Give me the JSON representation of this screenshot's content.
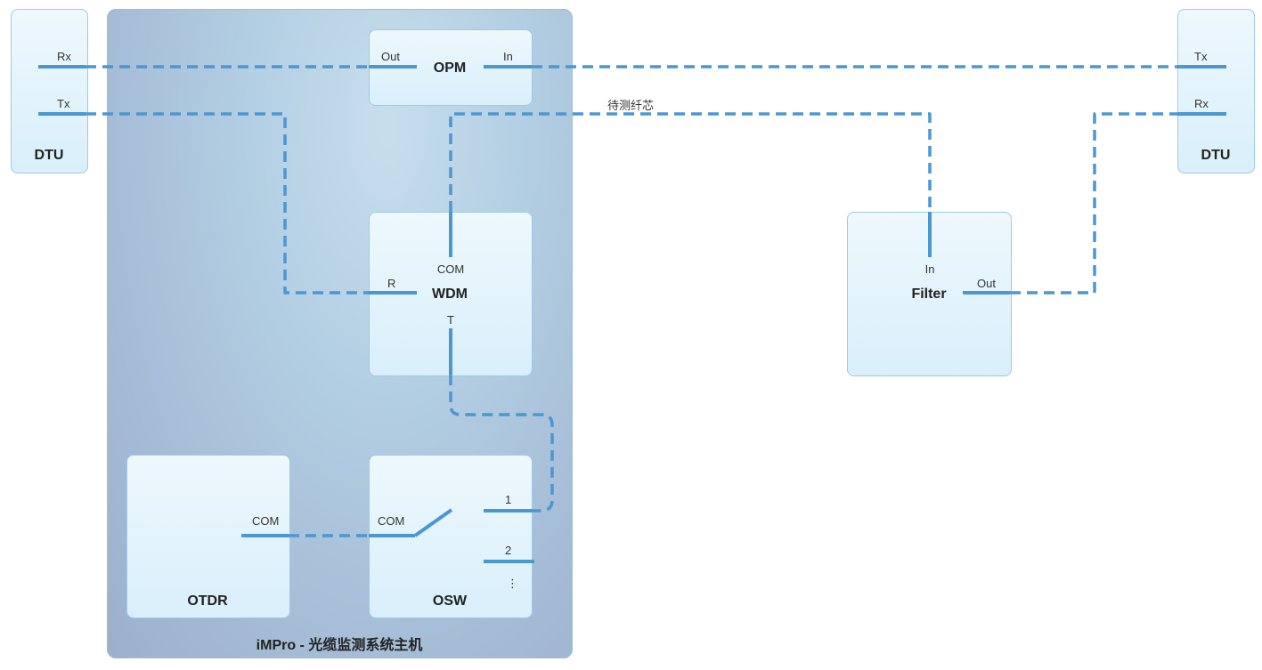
{
  "host": {
    "caption": "iMPro - 光缆监测系统主机"
  },
  "dtu_left": {
    "title": "DTU",
    "ports": [
      "Rx",
      "Tx"
    ]
  },
  "dtu_right": {
    "title": "DTU",
    "ports": [
      "Tx",
      "Rx"
    ]
  },
  "opm": {
    "title": "OPM",
    "ports": {
      "out": "Out",
      "in": "In"
    }
  },
  "wdm": {
    "title": "WDM",
    "ports": {
      "com": "COM",
      "r": "R",
      "t": "T"
    }
  },
  "otdr": {
    "title": "OTDR",
    "ports": {
      "com": "COM"
    }
  },
  "osw": {
    "title": "OSW",
    "ports": {
      "com": "COM",
      "p1": "1",
      "p2": "2",
      "more": "⋮"
    }
  },
  "filter": {
    "title": "Filter",
    "ports": {
      "in": "In",
      "out": "Out"
    }
  },
  "fiber_under_test_label": "待测纤芯",
  "colors": {
    "wire": "#4a97d2",
    "box_border": "#9ccbe4",
    "host_fill": "#b3cfe3"
  }
}
